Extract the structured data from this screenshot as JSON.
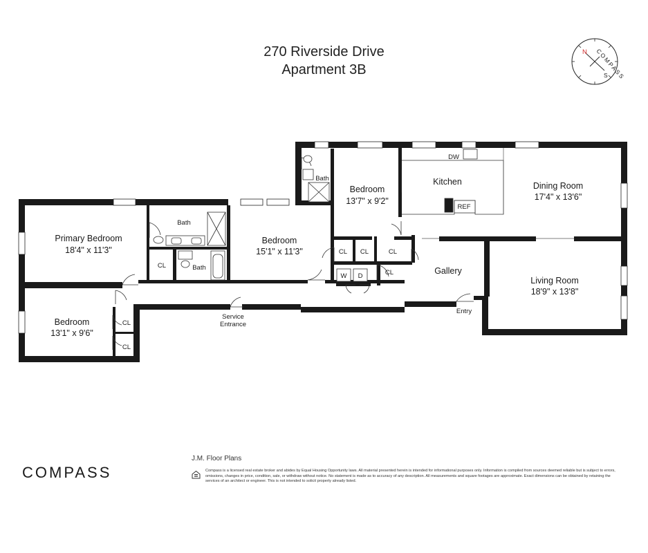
{
  "header": {
    "line1": "270 Riverside Drive",
    "line2": "Apartment 3B"
  },
  "compass": {
    "text": "COMPASS",
    "north": "N",
    "south": "S"
  },
  "rooms": {
    "primary_bedroom": {
      "name": "Primary Bedroom",
      "size": "18'4\" x 11'3\""
    },
    "bedroom_left": {
      "name": "Bedroom",
      "size": "13'1\" x 9'6\""
    },
    "bedroom_center": {
      "name": "Bedroom",
      "size": "15'1\" x 11'3\""
    },
    "bedroom_upper": {
      "name": "Bedroom",
      "size": "13'7\" x 9'2\""
    },
    "kitchen": {
      "name": "Kitchen"
    },
    "dining_room": {
      "name": "Dining Room",
      "size": "17'4\" x 13'6\""
    },
    "living_room": {
      "name": "Living Room",
      "size": "18'9\" x 13'8\""
    },
    "gallery": {
      "name": "Gallery"
    }
  },
  "labels": {
    "bath": "Bath",
    "closet": "CL",
    "washer": "W",
    "dryer": "D",
    "dishwasher": "DW",
    "refrigerator": "REF",
    "service_line1": "Service",
    "service_line2": "Entrance",
    "entry": "Entry"
  },
  "footer": {
    "logo": "COMPASS",
    "credit": "J.M. Floor Plans",
    "disclaimer": "Compass is a licensed real estate broker and abides by Equal Housing Opportunity laws. All material presented herein is intended for informational purposes only. Information is compiled from sources deemed reliable but is subject to errors, omissions, changes in price, condition, sale, or withdraw without notice. No statement is made as to accuracy of any description. All measurements and square footages are approximate. Exact dimensions can be obtained by retaining the services of an architect or engineer. This is not intended to solicit property already listed."
  }
}
